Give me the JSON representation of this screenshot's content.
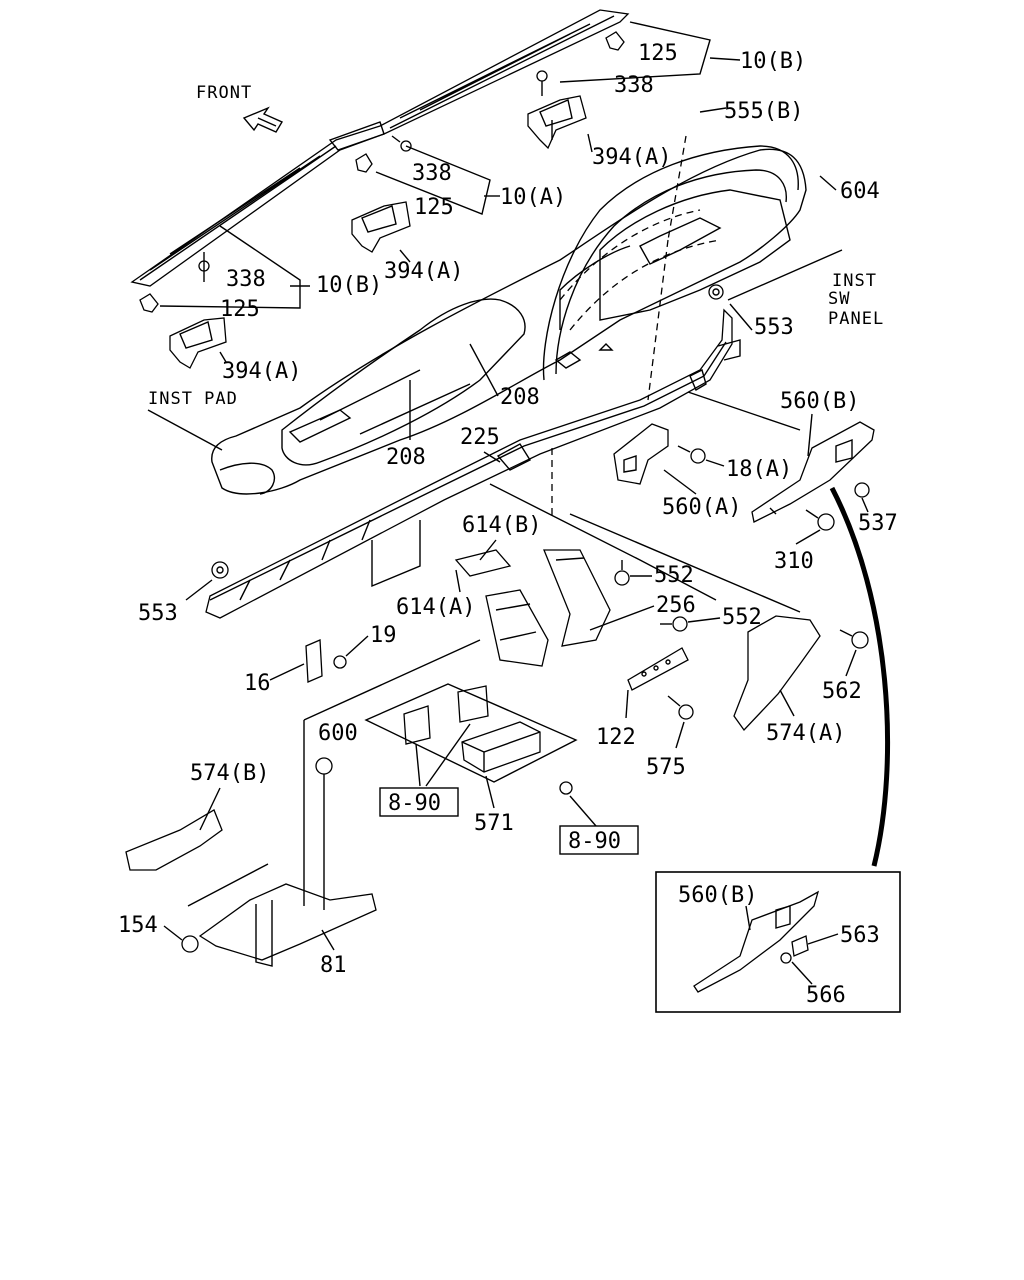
{
  "orientation": {
    "front_label": "FRONT"
  },
  "area_labels": {
    "inst_pad": "INST PAD",
    "inst_sw_panel": [
      "INST",
      "SW",
      "PANEL"
    ]
  },
  "callouts": {
    "c125a": "125",
    "c10b_top": "10(B)",
    "c338a": "338",
    "c555b": "555(B)",
    "c394a_top": "394(A)",
    "c338b": "338",
    "c10a": "10(A)",
    "c125b": "125",
    "c604": "604",
    "c394a_mid": "394(A)",
    "c338c": "338",
    "c10b_left": "10(B)",
    "c125c": "125",
    "c394a_left": "394(A)",
    "c553a": "553",
    "c208a": "208",
    "c208b": "208",
    "c560b": "560(B)",
    "c225": "225",
    "c18a": "18(A)",
    "c560a": "560(A)",
    "c537": "537",
    "c614b": "614(B)",
    "c310": "310",
    "c552a": "552",
    "c553b": "553",
    "c614a": "614(A)",
    "c256": "256",
    "c552b": "552",
    "c19": "19",
    "c16": "16",
    "c562": "562",
    "c600": "600",
    "c122": "122",
    "c574a": "574(A)",
    "c575": "575",
    "c574b": "574(B)",
    "c571": "571",
    "c154": "154",
    "c81": "81",
    "c560b_inset": "560(B)",
    "c563": "563",
    "c566": "566"
  },
  "references": {
    "ref_left": "8-90",
    "ref_right": "8-90"
  }
}
